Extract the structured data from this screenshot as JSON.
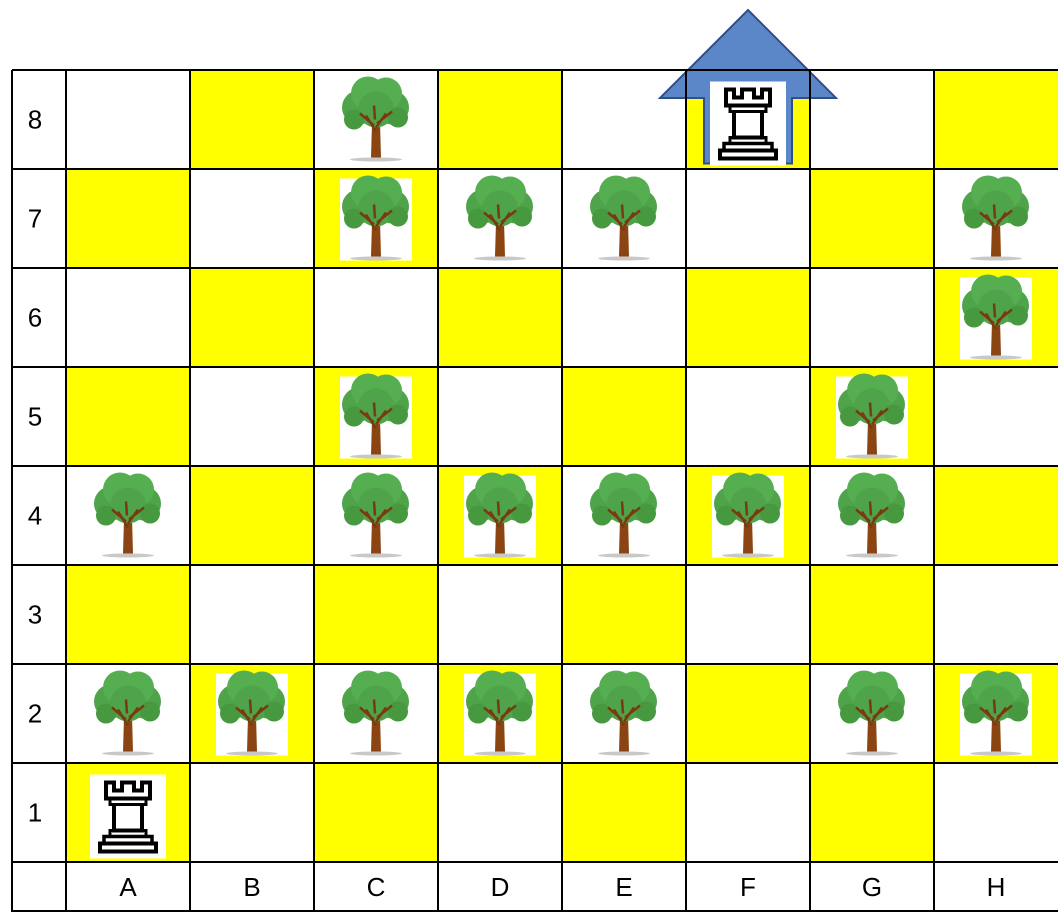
{
  "colors": {
    "yellow": "#FFFF00",
    "white": "#FFFFFF",
    "grid_line": "#000000",
    "arrow_fill": "#5B86C8",
    "arrow_stroke": "#2E4F88",
    "tree_canopy": "#4FA34A",
    "tree_canopy_dark": "#2F7B2E",
    "tree_trunk": "#8B4513"
  },
  "board": {
    "columns": [
      "A",
      "B",
      "C",
      "D",
      "E",
      "F",
      "G",
      "H"
    ],
    "rows": [
      "8",
      "7",
      "6",
      "5",
      "4",
      "3",
      "2",
      "1"
    ],
    "yellow_squares": [
      "B8",
      "D8",
      "F8",
      "H8",
      "A7",
      "C7",
      "G7",
      "B6",
      "D6",
      "F6",
      "H6",
      "A5",
      "C5",
      "E5",
      "G5",
      "B4",
      "D4",
      "F4",
      "H4",
      "A3",
      "C3",
      "E3",
      "G3",
      "B2",
      "D2",
      "F2",
      "H2",
      "A1",
      "C1",
      "E1",
      "G1"
    ]
  },
  "trees": [
    "C8",
    "C7",
    "D7",
    "E7",
    "H7",
    "H6",
    "C5",
    "G5",
    "A4",
    "C4",
    "D4",
    "E4",
    "F4",
    "G4",
    "A2",
    "B2",
    "C2",
    "D2",
    "E2",
    "G2",
    "H2"
  ],
  "rooks": [
    {
      "square": "A1",
      "icon": "rook-icon"
    },
    {
      "square": "F8",
      "icon": "rook-icon"
    }
  ],
  "arrow": {
    "square": "F8",
    "direction": "up",
    "icon": "up-arrow-icon"
  }
}
